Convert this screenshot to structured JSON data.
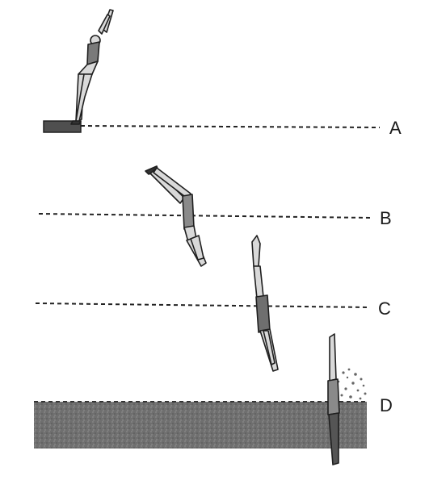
{
  "diagram": {
    "levels": [
      {
        "id": "a",
        "label": "A"
      },
      {
        "id": "b",
        "label": "B"
      },
      {
        "id": "c",
        "label": "C"
      },
      {
        "id": "d",
        "label": "D"
      }
    ]
  },
  "colors": {
    "ink": "#1f1f1f",
    "figure_fill": "#d9d9d9",
    "water": "#6f6f6f",
    "platform": "#5a5a5a"
  }
}
